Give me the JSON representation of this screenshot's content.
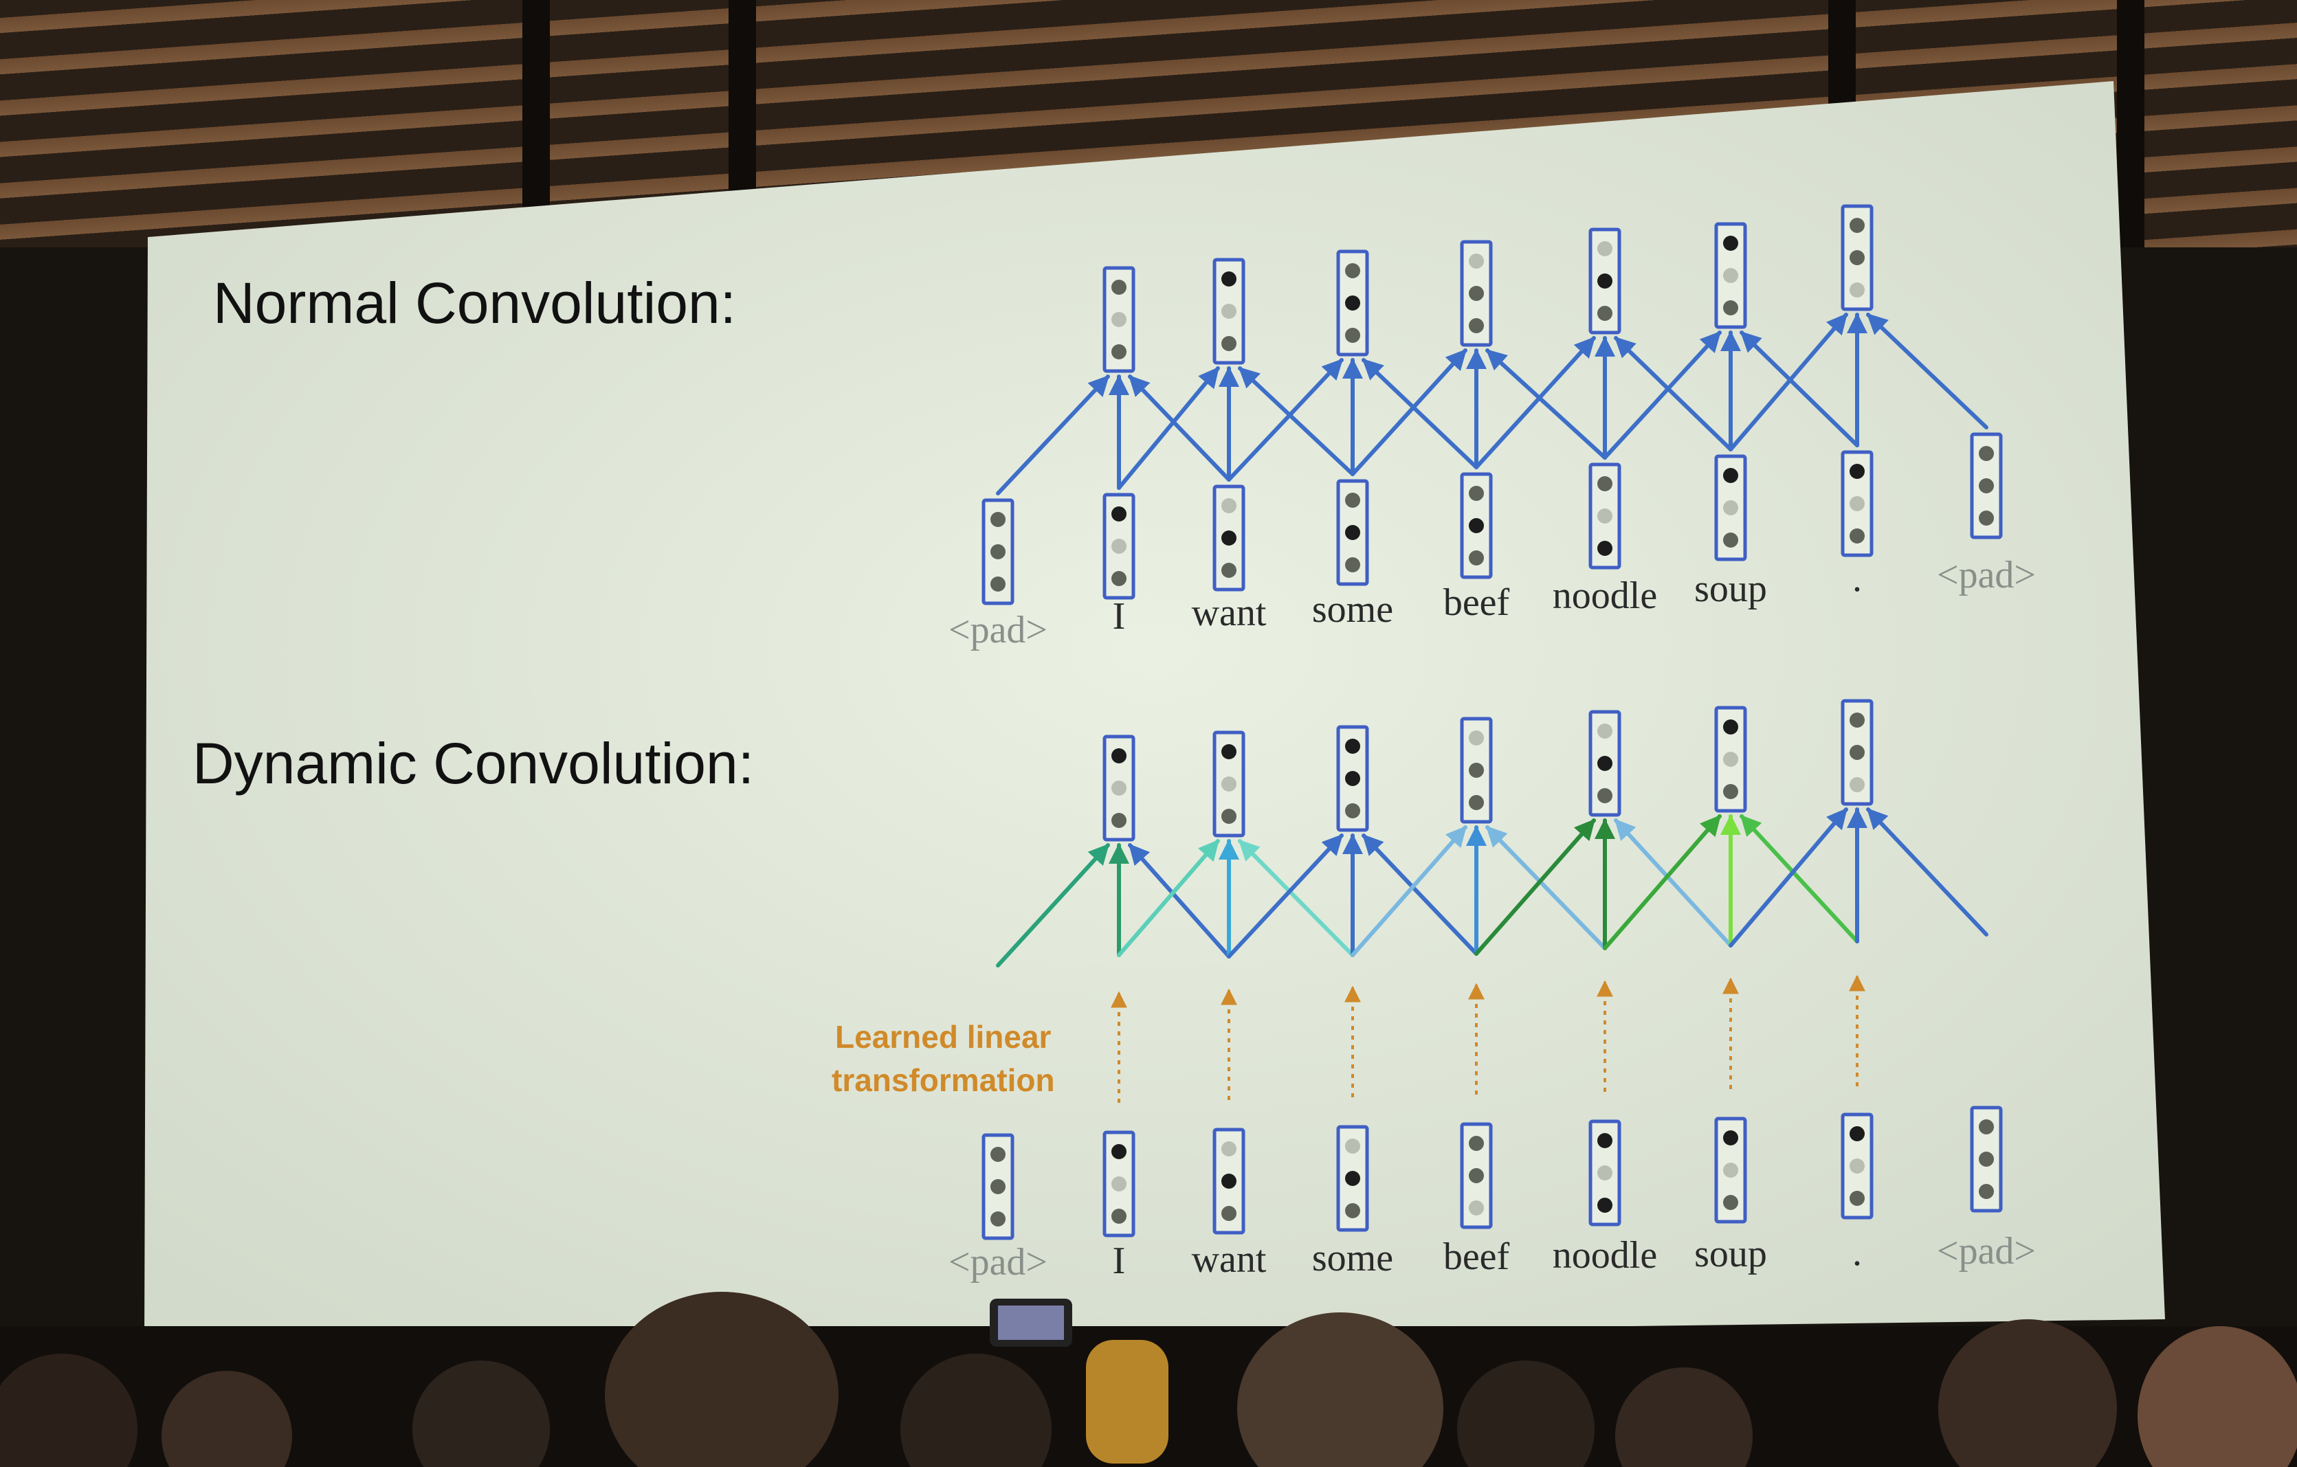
{
  "slide": {
    "background": "#dfe6d8",
    "normal_title": "Normal Convolution:",
    "dynamic_title": "Dynamic Convolution:",
    "note_line1": "Learned linear",
    "note_line2": "transformation",
    "tokens": [
      "<pad>",
      "I",
      "want",
      "some",
      "beef",
      "noodle",
      "soup",
      ".",
      "<pad>"
    ],
    "colors": {
      "vector_border": "#3f5fc4",
      "normal_arrow": "#3d6fc8",
      "note": "#d08a2a",
      "dark_dot": "#1c1c1c",
      "mid_dot": "#5e6258",
      "light_dot": "#b9beb2"
    },
    "normal_input_dots": [
      [
        "mid",
        "mid",
        "mid"
      ],
      [
        "dark",
        "light",
        "mid"
      ],
      [
        "light",
        "dark",
        "mid"
      ],
      [
        "mid",
        "dark",
        "mid"
      ],
      [
        "mid",
        "dark",
        "mid"
      ],
      [
        "mid",
        "light",
        "dark"
      ],
      [
        "dark",
        "light",
        "mid"
      ],
      [
        "dark",
        "light",
        "mid"
      ],
      [
        "mid",
        "mid",
        "mid"
      ]
    ],
    "normal_output_dots": [
      [
        "mid",
        "light",
        "mid"
      ],
      [
        "dark",
        "light",
        "mid"
      ],
      [
        "mid",
        "dark",
        "mid"
      ],
      [
        "light",
        "mid",
        "mid"
      ],
      [
        "light",
        "dark",
        "mid"
      ],
      [
        "dark",
        "light",
        "mid"
      ],
      [
        "mid",
        "mid",
        "light"
      ]
    ],
    "dynamic_input_dots": [
      [
        "mid",
        "mid",
        "mid"
      ],
      [
        "dark",
        "light",
        "mid"
      ],
      [
        "light",
        "dark",
        "mid"
      ],
      [
        "light",
        "dark",
        "mid"
      ],
      [
        "mid",
        "mid",
        "light"
      ],
      [
        "dark",
        "light",
        "dark"
      ],
      [
        "dark",
        "light",
        "mid"
      ],
      [
        "dark",
        "light",
        "mid"
      ],
      [
        "mid",
        "mid",
        "mid"
      ]
    ],
    "dynamic_output_dots": [
      [
        "dark",
        "light",
        "mid"
      ],
      [
        "dark",
        "light",
        "mid"
      ],
      [
        "dark",
        "dark",
        "mid"
      ],
      [
        "light",
        "mid",
        "mid"
      ],
      [
        "light",
        "dark",
        "mid"
      ],
      [
        "dark",
        "light",
        "mid"
      ],
      [
        "mid",
        "mid",
        "light"
      ]
    ],
    "dynamic_arrow_colors": [
      [
        "#2aa27a",
        "#2a9a6a",
        "#3d6fc8"
      ],
      [
        "#5ad0b8",
        "#3aa8d8",
        "#6ed8c8"
      ],
      [
        "#3d6fc8",
        "#3d6fc8",
        "#3d6fc8"
      ],
      [
        "#7ab8e0",
        "#3d8fd8",
        "#7ab8e0"
      ],
      [
        "#2a8a3a",
        "#2a8a3a",
        "#7ab8e0"
      ],
      [
        "#3aa83a",
        "#7ae040",
        "#4ac04a"
      ],
      [
        "#3d6fc8",
        "#3d6fc8",
        "#3d6fc8"
      ]
    ]
  }
}
